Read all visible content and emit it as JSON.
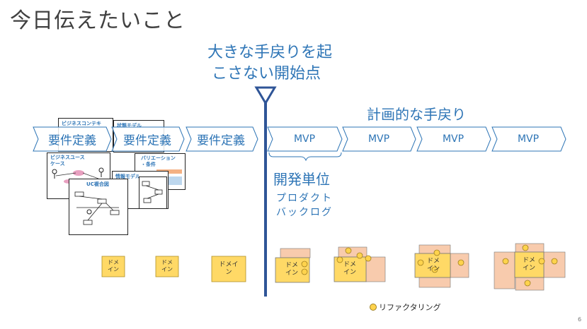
{
  "slide": {
    "title": "今日伝えたいこと",
    "start_point_line1": "大きな手戻りを起",
    "start_point_line2": "こさない開始点",
    "planned_rework": "計画的な手戻り",
    "dev_unit": "開発単位",
    "backlog_line1": "プロダクト",
    "backlog_line2": "バックログ",
    "page_number": "6"
  },
  "requirements": [
    "要件定義",
    "要件定義",
    "要件定義"
  ],
  "mvps": [
    "MVP",
    "MVP",
    "MVP",
    "MVP"
  ],
  "domains": [
    "ドメ\nイン",
    "ドメ\nイン",
    "ドメイ\nン",
    "ドメ\nイン",
    "ドメ\nイン",
    "ドメ\nイン",
    "ドメ\nイン"
  ],
  "docs": {
    "business_context": "ビジネスコンテキ",
    "state_model": "状態モデル",
    "business_usecase": "ビジネスユース\nケース",
    "variation": "バリエーション\n・条件",
    "info_model": "情報モデル",
    "uc_composite": "UC複合図"
  },
  "legend": {
    "refactoring": "リファクタリング"
  },
  "colors": {
    "blue": "#2e75b6",
    "timeline": "#2f5597",
    "domain_fill": "#ffd966",
    "pink_fill": "#f8cbad",
    "dot_fill": "#ffd34d"
  }
}
